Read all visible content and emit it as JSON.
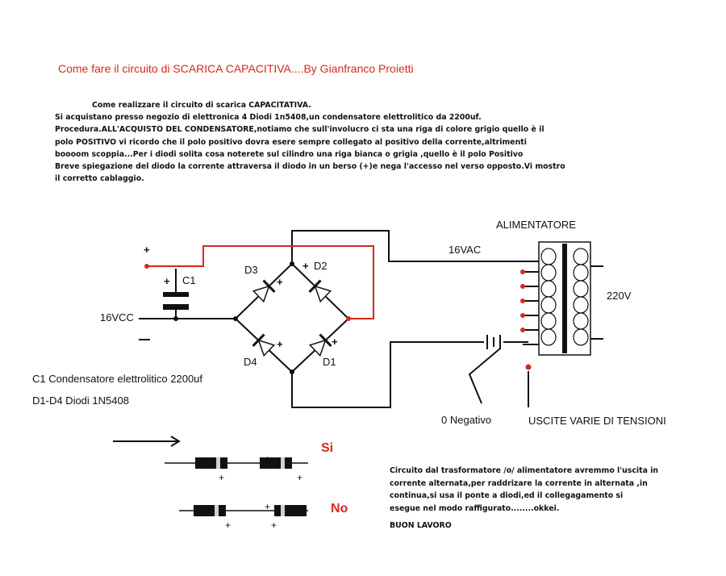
{
  "title": "Come fare il circuito di SCARICA CAPACITIVA....By Gianfranco Proietti",
  "intro_lines": [
    "Come realizzare il circuito di scarica CAPACITATIVA.",
    "Si acquistano presso negozio di elettronica 4 Diodi 1n5408,un condensatore elettrolitico da 2200uf.",
    "Procedura.ALL'ACQUISTO DEL CONDENSATORE,notiamo che sull'involucro ci sta una riga di colore grigio quello è il",
    "polo POSITIVO vi ricordo che il polo positivo dovra esere sempre collegato al positivo della corrente,altrimenti",
    "boooom scoppia...Per i diodi solita cosa noterete sul cilindro una riga bianca o grigia ,quello è il polo Positivo",
    "Breve spiegazione del diodo la corrente attraversa il diodo in un berso (+)e nega l'accesso nel verso opposto.Vi mostro",
    "il corretto cablaggio."
  ],
  "circuit": {
    "plus_top": "+",
    "cap_plus": "+",
    "cap_label": "C1",
    "vcc_label": "16VCC",
    "d1": "D1",
    "d2": "D2",
    "d3": "D3",
    "d4": "D4",
    "diode_plus": "+",
    "vac_label": "16VAC",
    "alimentatore": "ALIMENTATORE",
    "mains_label": "220V",
    "negativo": "0 Negativo",
    "uscite": "USCITE VARIE DI TENSIONI"
  },
  "legend": {
    "c1": "C1 Condensatore elettrolitico 2200uf",
    "diodes": "D1-D4 Diodi 1N5408"
  },
  "orientation": {
    "yes": "Si",
    "no": "No",
    "plus": "+"
  },
  "note_lines": [
    "Circuito dal trasformatore /o/ alimentatore avremmo l'uscita in",
    "corrente alternata,per raddrizare la corrente in alternata ,in",
    "continua,si usa il ponte a diodi,ed il collegagamento si",
    "esegue nel modo raffigurato........okkei."
  ],
  "sign_off": "BUON LAVORO",
  "colors": {
    "accent_red": "#d42a1c",
    "ink": "#111111"
  }
}
